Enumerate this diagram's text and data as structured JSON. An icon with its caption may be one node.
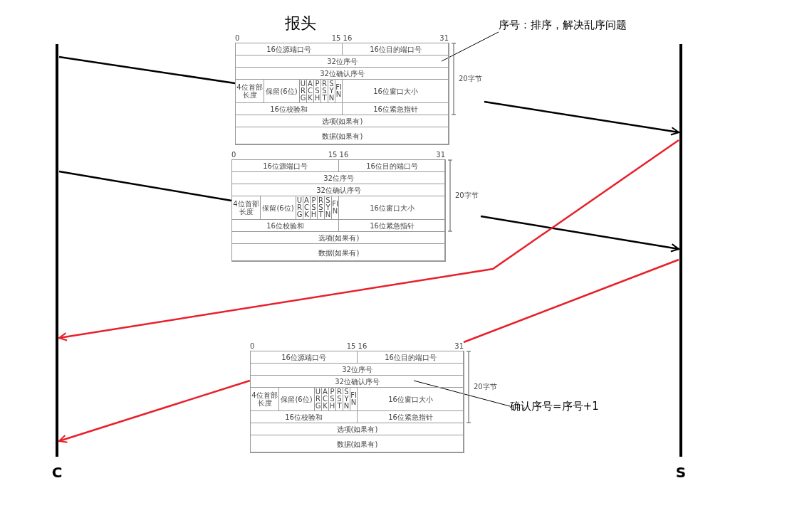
{
  "diagram": {
    "nodes": [
      {
        "text": [
          "C"
        ]
      },
      {
        "text": [
          "S"
        ]
      },
      {
        "text": [
          "报头"
        ],
        "beside": [
          "0",
          "15 16",
          "31",
          "20字节"
        ]
      },
      {
        "text": [
          "16位源端口号"
        ],
        "in": 2
      },
      {
        "text": [
          "16位目的端口号"
        ],
        "in": 2
      },
      {
        "text": [
          "32位序号"
        ],
        "in": 2
      },
      {
        "text": [
          "32位确认序号"
        ],
        "in": 2
      },
      {
        "text": [
          "4位首部长度"
        ],
        "in": 2
      },
      {
        "text": [
          "保留(6位)"
        ],
        "in": 2
      },
      {
        "text": [
          "URG"
        ],
        "in": 2
      },
      {
        "text": [
          "ACK"
        ],
        "in": 2
      },
      {
        "text": [
          "PSH"
        ],
        "in": 2
      },
      {
        "text": [
          "RST"
        ],
        "in": 2
      },
      {
        "text": [
          "SYN"
        ],
        "in": 2
      },
      {
        "text": [
          "FIN"
        ],
        "in": 2
      },
      {
        "text": [
          "16位窗口大小"
        ],
        "in": 2
      },
      {
        "text": [
          "16位校验和"
        ],
        "in": 2
      },
      {
        "text": [
          "16位紧急指针"
        ],
        "in": 2
      },
      {
        "text": [
          "选项(如果有)"
        ],
        "in": 2
      },
      {
        "text": [
          "数据(如果有)"
        ],
        "in": 2
      },
      {
        "text": [],
        "shape": "box",
        "beside": [
          "0",
          "15 16",
          "31",
          "20字节"
        ]
      },
      {
        "text": [
          "16位源端口号"
        ],
        "in": 20
      },
      {
        "text": [
          "16位目的端口号"
        ],
        "in": 20
      },
      {
        "text": [
          "32位序号"
        ],
        "in": 20
      },
      {
        "text": [
          "32位确认序号"
        ],
        "in": 20
      },
      {
        "text": [
          "4位首部长度"
        ],
        "in": 20
      },
      {
        "text": [
          "保留(6位)"
        ],
        "in": 20
      },
      {
        "text": [
          "URG"
        ],
        "in": 20
      },
      {
        "text": [
          "ACK"
        ],
        "in": 20
      },
      {
        "text": [
          "PSH"
        ],
        "in": 20
      },
      {
        "text": [
          "RST"
        ],
        "in": 20
      },
      {
        "text": [
          "SYN"
        ],
        "in": 20
      },
      {
        "text": [
          "FIN"
        ],
        "in": 20
      },
      {
        "text": [
          "16位窗口大小"
        ],
        "in": 20
      },
      {
        "text": [
          "16位校验和"
        ],
        "in": 20
      },
      {
        "text": [
          "16位紧急指针"
        ],
        "in": 20
      },
      {
        "text": [
          "选项(如果有)"
        ],
        "in": 20
      },
      {
        "text": [
          "数据(如果有)"
        ],
        "in": 20
      },
      {
        "text": [],
        "shape": "box",
        "beside": [
          "0",
          "15 16",
          "31",
          "20字节"
        ]
      },
      {
        "text": [
          "16位源端口号"
        ],
        "in": 38
      },
      {
        "text": [
          "16位目的端口号"
        ],
        "in": 38
      },
      {
        "text": [
          "32位序号"
        ],
        "in": 38
      },
      {
        "text": [
          "32位确认序号"
        ],
        "in": 38
      },
      {
        "text": [
          "4位首部长度"
        ],
        "in": 38
      },
      {
        "text": [
          "保留(6位)"
        ],
        "in": 38
      },
      {
        "text": [
          "URG"
        ],
        "in": 38
      },
      {
        "text": [
          "ACK"
        ],
        "in": 38
      },
      {
        "text": [
          "PSH"
        ],
        "in": 38
      },
      {
        "text": [
          "RST"
        ],
        "in": 38
      },
      {
        "text": [
          "SYN"
        ],
        "in": 38
      },
      {
        "text": [
          "FIN"
        ],
        "in": 38
      },
      {
        "text": [
          "16位窗口大小"
        ],
        "in": 38
      },
      {
        "text": [
          "16位校验和"
        ],
        "in": 38
      },
      {
        "text": [
          "16位紧急指针"
        ],
        "in": 38
      },
      {
        "text": [
          "选项(如果有)"
        ],
        "in": 38
      },
      {
        "text": [
          "数据(如果有)"
        ],
        "in": 38
      },
      {
        "text": [
          "序号：排序，解决乱序问题"
        ]
      },
      {
        "text": [
          "确认序号=序号+1"
        ]
      }
    ],
    "edges": [
      {
        "from": 0,
        "to": 2,
        "arrow": "none"
      },
      {
        "from": 2,
        "to": 1,
        "arrow": "to"
      },
      {
        "from": 0,
        "to": 20,
        "arrow": "none"
      },
      {
        "from": 20,
        "to": 1,
        "arrow": "to"
      },
      {
        "from": 1,
        "to": 0,
        "arrow": "to",
        "color": "#e8202a"
      },
      {
        "from": 1,
        "to": 38,
        "arrow": "none",
        "color": "#e8202a"
      },
      {
        "from": 38,
        "to": 0,
        "arrow": "to",
        "color": "#e8202a"
      },
      {
        "from": 56,
        "to": 5,
        "arrow": "none"
      },
      {
        "from": 57,
        "to": 42,
        "arrow": "none"
      }
    ]
  }
}
